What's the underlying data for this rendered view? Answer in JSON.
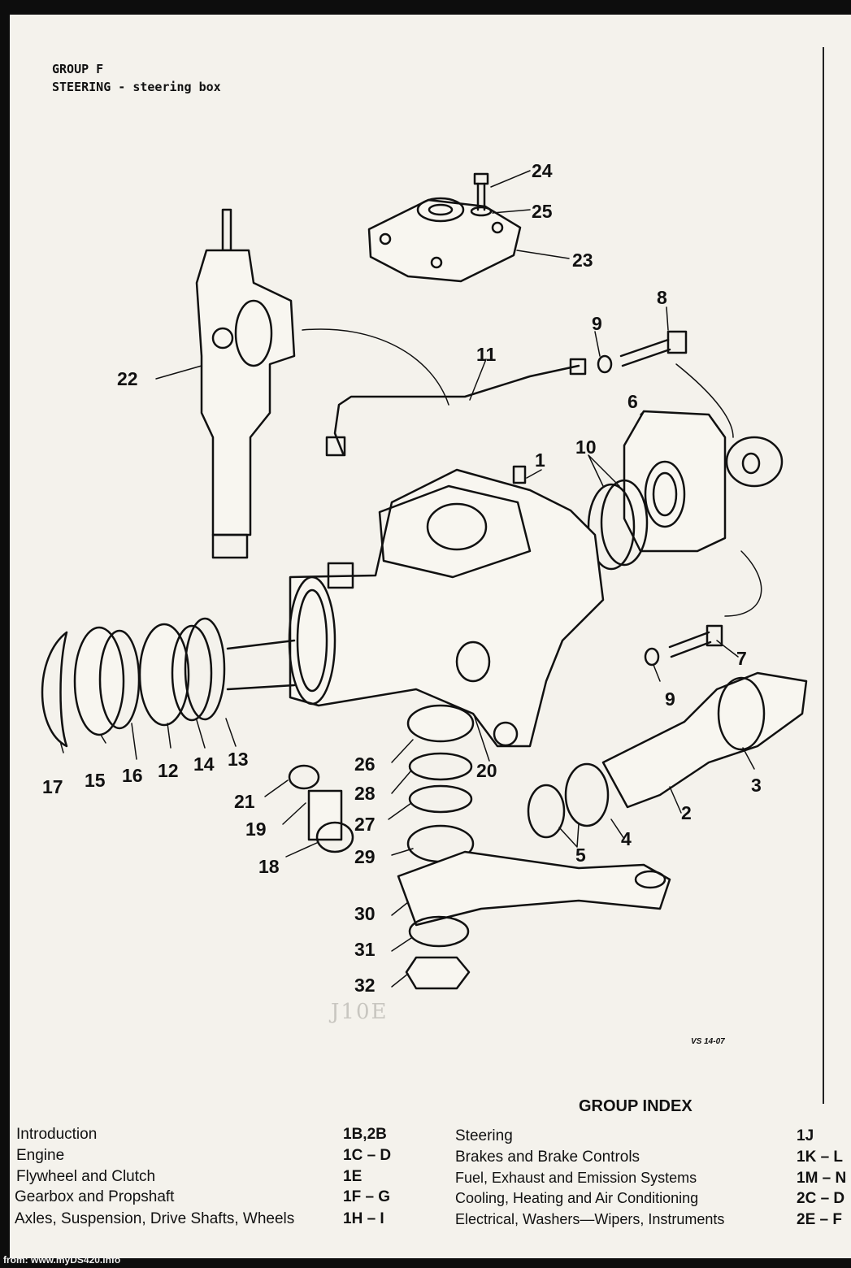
{
  "header": {
    "group": "GROUP F",
    "title": "STEERING - steering box"
  },
  "callouts": [
    "24",
    "25",
    "23",
    "8",
    "9",
    "22",
    "11",
    "6",
    "10",
    "1",
    "7",
    "9",
    "17",
    "15",
    "16",
    "12",
    "14",
    "13",
    "26",
    "20",
    "28",
    "27",
    "21",
    "19",
    "3",
    "2",
    "4",
    "18",
    "29",
    "5",
    "30",
    "31",
    "32"
  ],
  "drawing_code": "VS 14-07",
  "scan_mark": "J10E",
  "group_index": {
    "title": "GROUP INDEX",
    "left": [
      {
        "label": "Introduction",
        "code": "1B,2B"
      },
      {
        "label": "Engine",
        "code": "1C – D"
      },
      {
        "label": "Flywheel and Clutch",
        "code": "1E"
      },
      {
        "label": "Gearbox and Propshaft",
        "code": "1F – G"
      },
      {
        "label": "Axles, Suspension, Drive Shafts, Wheels",
        "code": "1H – I"
      }
    ],
    "right": [
      {
        "label": "Steering",
        "code": "1J"
      },
      {
        "label": "Brakes and Brake Controls",
        "code": "1K – L"
      },
      {
        "label": "Fuel, Exhaust and Emission Systems",
        "code": "1M – N"
      },
      {
        "label": "Cooling, Heating and Air Conditioning",
        "code": "2C – D"
      },
      {
        "label": "Electrical, Washers—Wipers, Instruments",
        "code": "2E – F"
      }
    ]
  },
  "footer": "from: www.myDS420.info"
}
